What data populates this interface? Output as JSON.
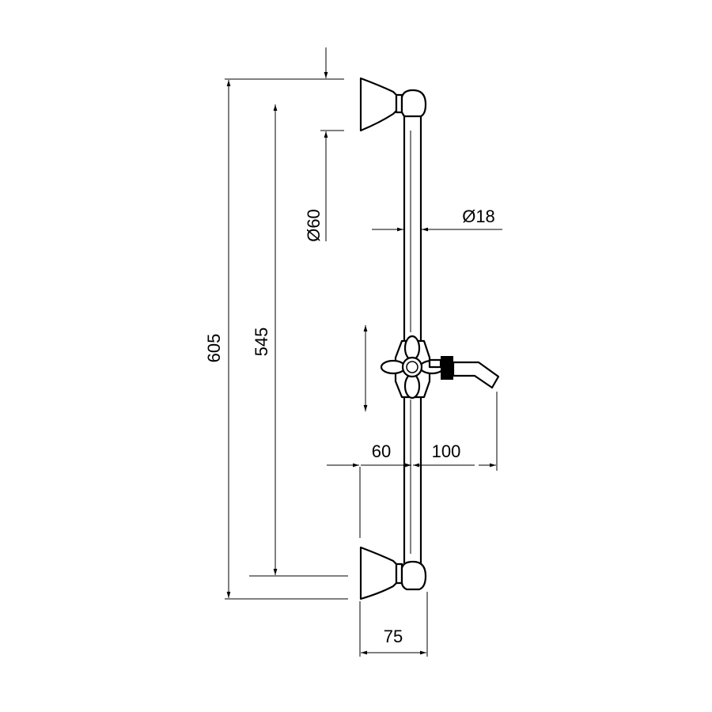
{
  "title": "Shower slide rail dimensional drawing",
  "dimensions": {
    "overall_height": "605",
    "bracket_spacing": "545",
    "bracket_diameter": "Ø60",
    "rail_diameter": "Ø18",
    "slider_offset_left": "60",
    "slider_offset_right": "100",
    "wall_projection": "75"
  },
  "colors": {
    "line": "#000000",
    "background": "#ffffff"
  }
}
